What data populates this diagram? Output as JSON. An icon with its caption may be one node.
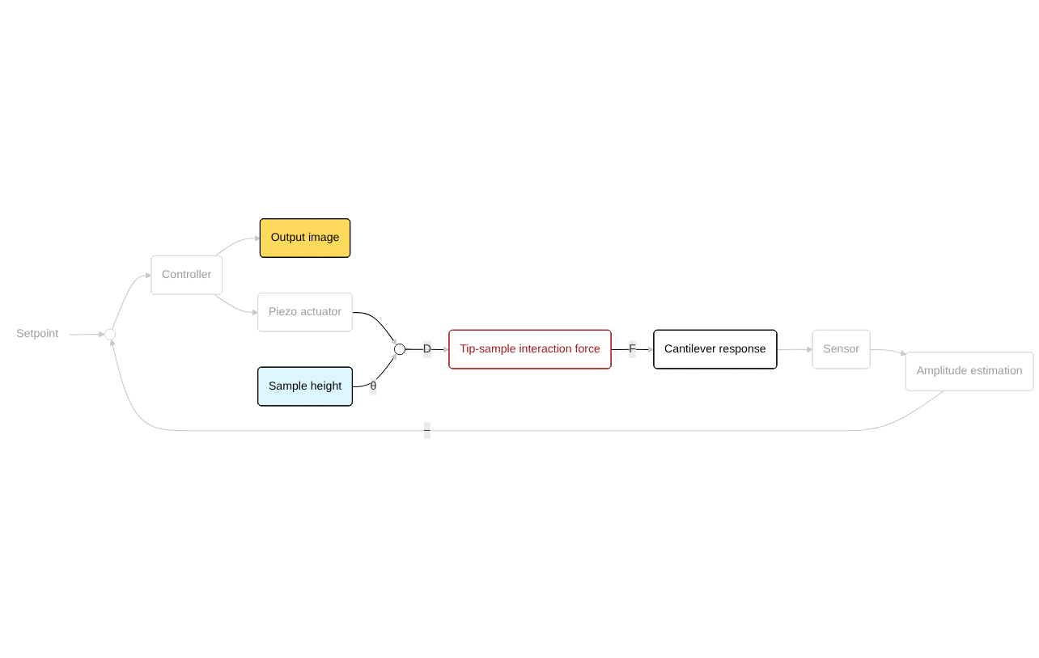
{
  "diagram": {
    "nodes": [
      {
        "text": [
          "Setpoint"
        ]
      },
      {
        "text": [
          "Amplitude estimation"
        ]
      },
      {
        "text": [],
        "shape": "circle"
      },
      {
        "text": [
          "Sensor"
        ]
      },
      {
        "text": [
          "Controller"
        ]
      },
      {
        "text": [
          "Output image"
        ]
      },
      {
        "text": [
          "Cantilever response"
        ]
      },
      {
        "text": [
          "Piezo actuator"
        ]
      },
      {
        "text": [
          "Tip-sample interaction force"
        ]
      },
      {
        "text": [],
        "shape": "circle"
      },
      {
        "text": [
          "Sample height"
        ]
      }
    ],
    "edges": [
      {
        "from": 3,
        "to": 1,
        "arrow": "to"
      },
      {
        "from": 1,
        "to": 2,
        "arrow": "to",
        "label": "–"
      },
      {
        "from": 0,
        "to": 2,
        "arrow": "to"
      },
      {
        "from": 2,
        "to": 4,
        "arrow": "to"
      },
      {
        "from": 4,
        "to": 5,
        "arrow": "to"
      },
      {
        "from": 4,
        "to": 7,
        "arrow": "to"
      },
      {
        "from": 6,
        "to": 3,
        "arrow": "to"
      },
      {
        "from": 7,
        "to": 9,
        "arrow": "to",
        "color": "#000000"
      },
      {
        "from": 10,
        "to": 9,
        "arrow": "to",
        "label": "θ",
        "color": "#000000"
      },
      {
        "from": 9,
        "to": 8,
        "arrow": "to",
        "label": "D",
        "color": "#000000"
      },
      {
        "from": 8,
        "to": 6,
        "arrow": "to",
        "label": "F",
        "color": "#000000"
      }
    ]
  }
}
